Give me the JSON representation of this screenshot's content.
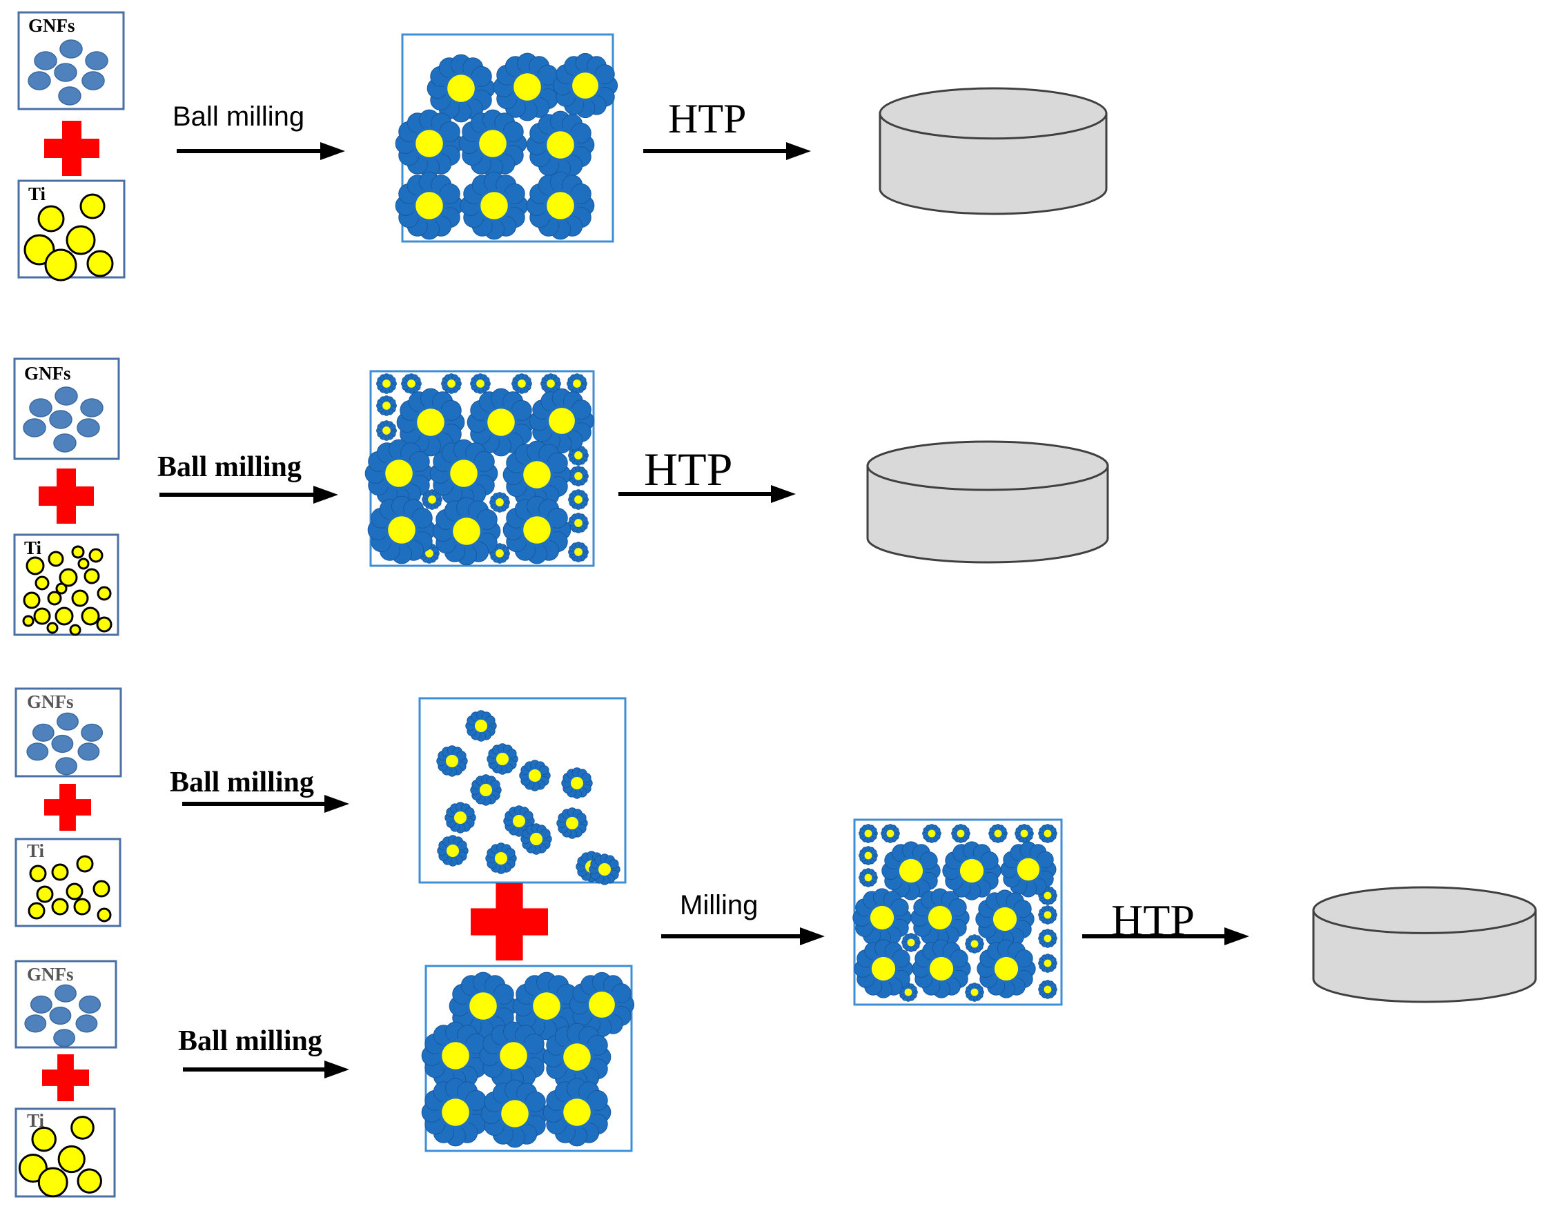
{
  "colors": {
    "gnf_fill": "#4f81bd",
    "gnf_stroke": "#3a6aa0",
    "ti_fill": "#ffff00",
    "coat_blue": "#1f6fc0",
    "frame_blue": "#3c8fd6",
    "plus_red": "#ff0000",
    "disc_fill": "#d9d9d9",
    "disc_stroke": "#404040",
    "arrow": "#000000"
  },
  "labels": {
    "gnfs": "GNFs",
    "ti": "Ti",
    "ball_milling": "Ball milling",
    "milling": "Milling",
    "htp": "HTP"
  },
  "icons": {
    "plus": "plus-icon",
    "arrow": "arrow-right-icon",
    "disc": "sintered-disc-icon"
  },
  "routes": [
    {
      "name": "route-1",
      "ti_powder": "coarse",
      "milled_mixture": "coated-coarse-ti",
      "milling_label_key": "ball_milling",
      "sinter_label_key": "htp"
    },
    {
      "name": "route-2",
      "ti_powder": "coarse-plus-fine",
      "milled_mixture": "coated-coarse-and-fine-ti",
      "milling_label_key": "ball_milling",
      "sinter_label_key": "htp"
    },
    {
      "name": "route-3",
      "ti_powder": "fine-and-coarse-milled-separately",
      "milled_mixture": "blended-coated-fine-and-coarse-ti",
      "milling_label_key": "milling",
      "sinter_label_key": "htp"
    }
  ]
}
